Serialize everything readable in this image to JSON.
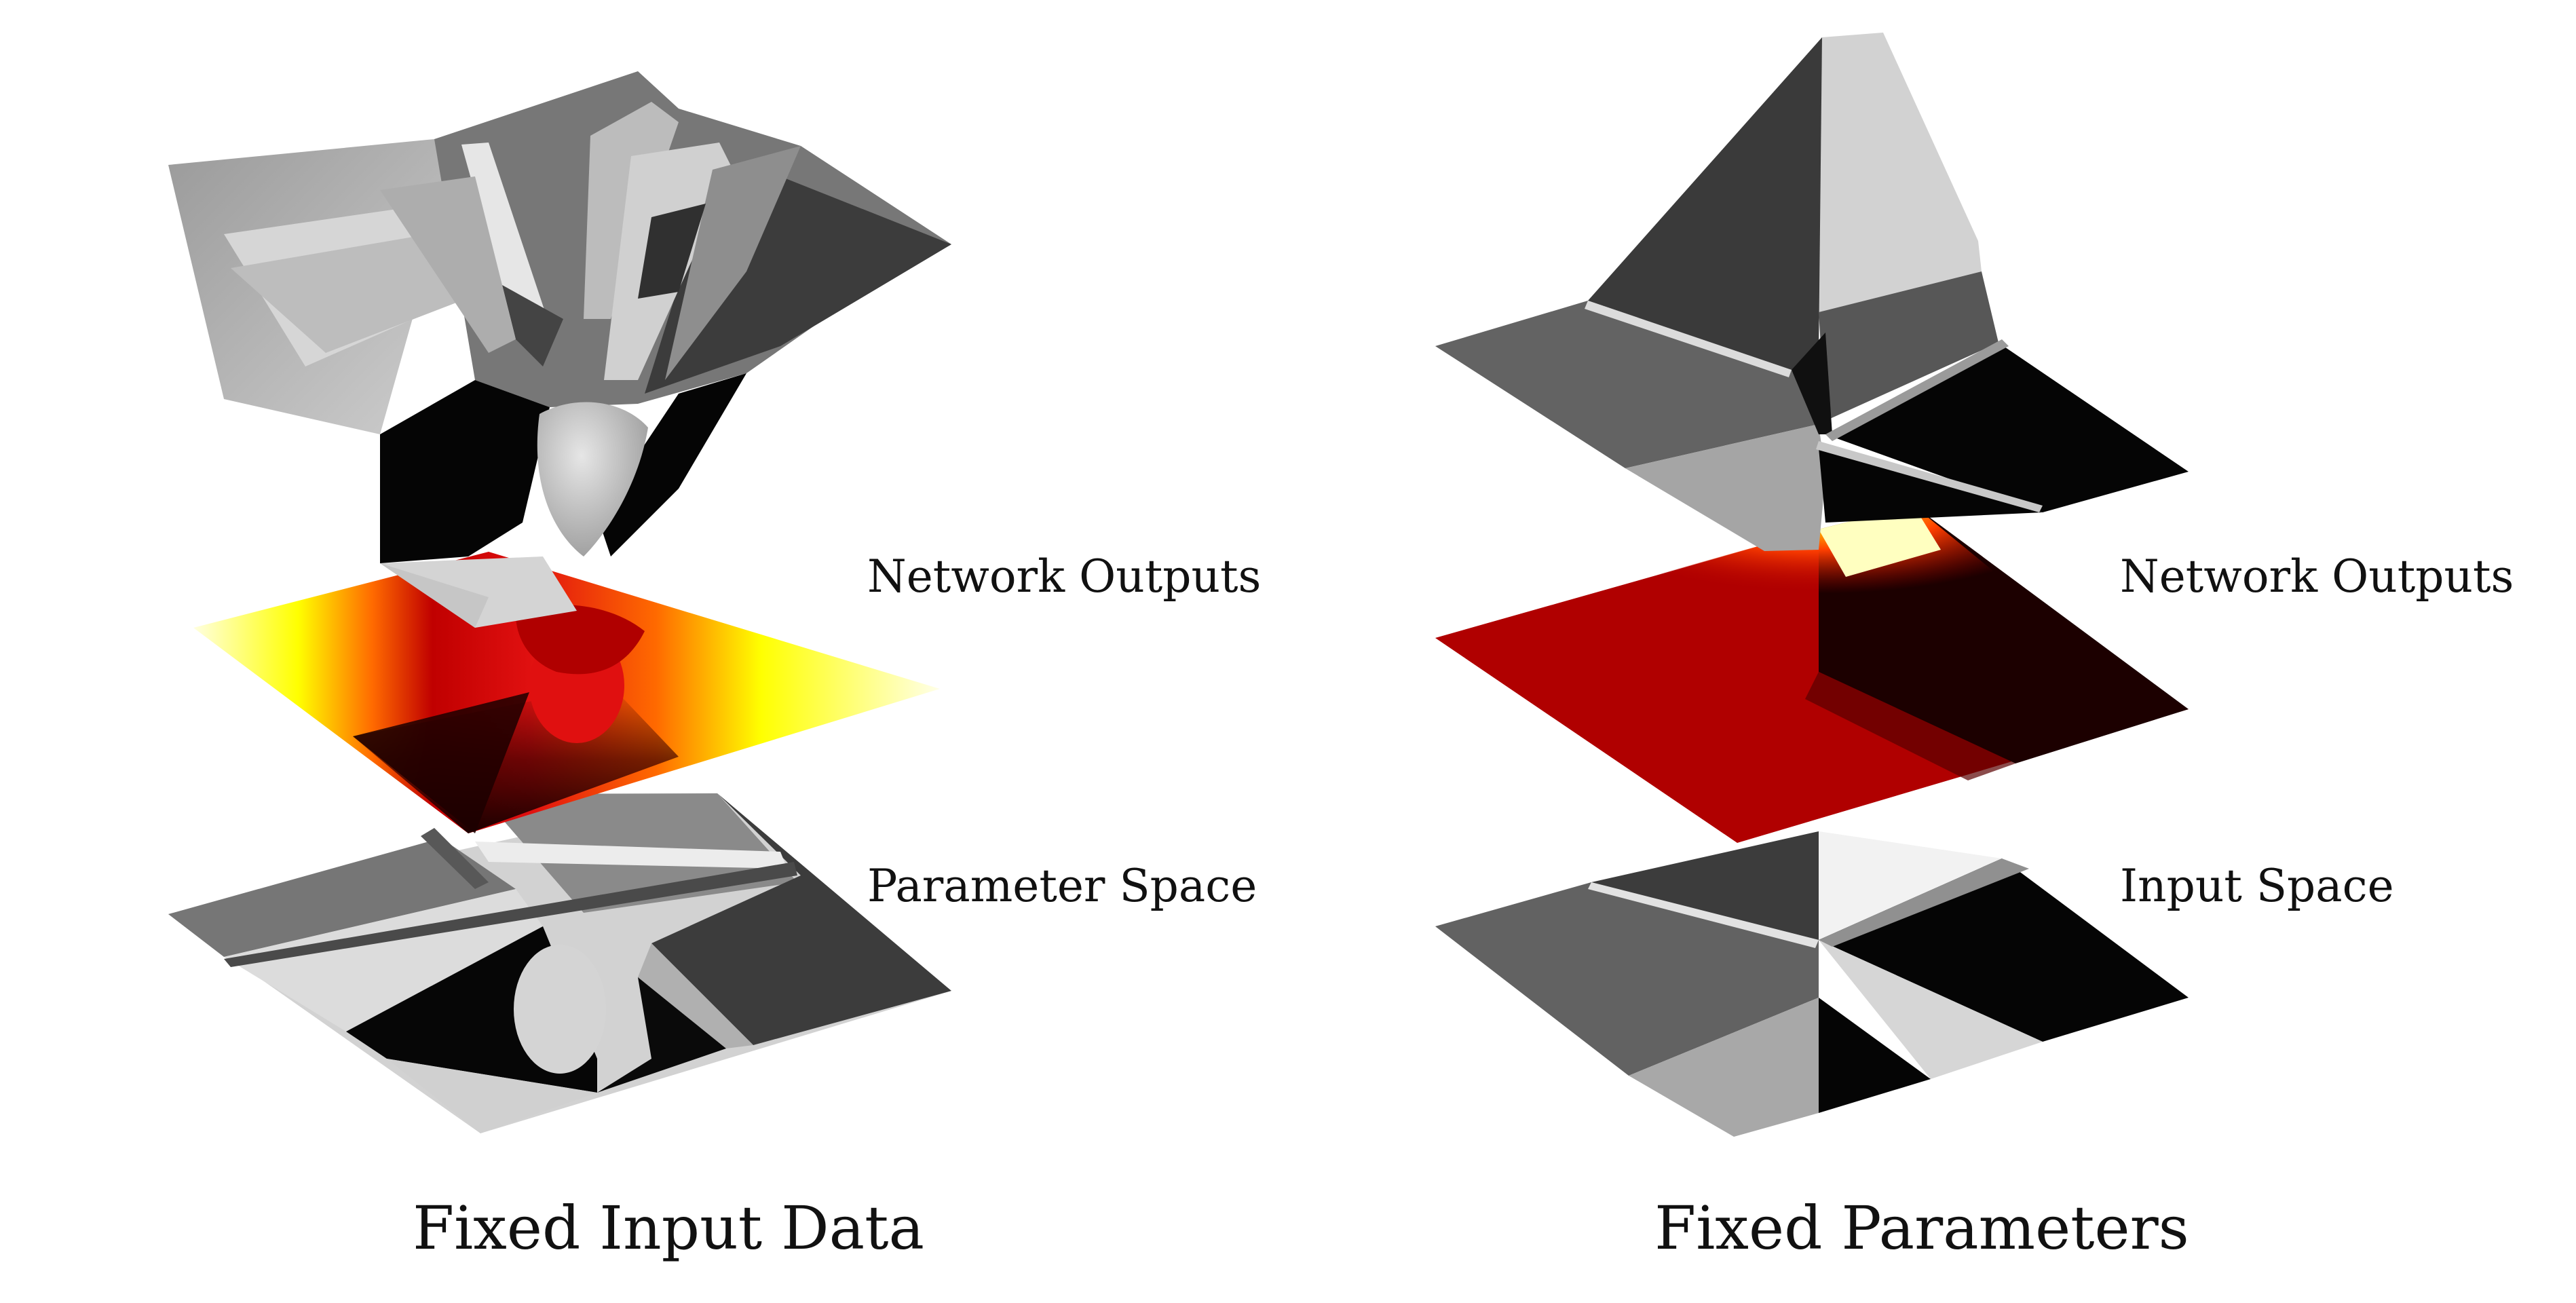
{
  "left_panel": {
    "caption": "Fixed Input Data",
    "top_label": "Network Outputs",
    "bottom_label": "Parameter Space"
  },
  "right_panel": {
    "caption": "Fixed Parameters",
    "top_label": "Network Outputs",
    "bottom_label": "Input Space"
  },
  "colors": {
    "heat_dark": "#1c0000",
    "heat_red": "#b00000",
    "heat_bright_red": "#e01010",
    "heat_orange": "#ff6a00",
    "heat_yellow": "#ffff00",
    "heat_pale": "#ffffe0",
    "gray_black": "#050505",
    "gray_dark": "#3a3a3a",
    "gray_mid": "#666666",
    "gray_light": "#a8a8a8",
    "gray_pale": "#d6d6d6"
  }
}
